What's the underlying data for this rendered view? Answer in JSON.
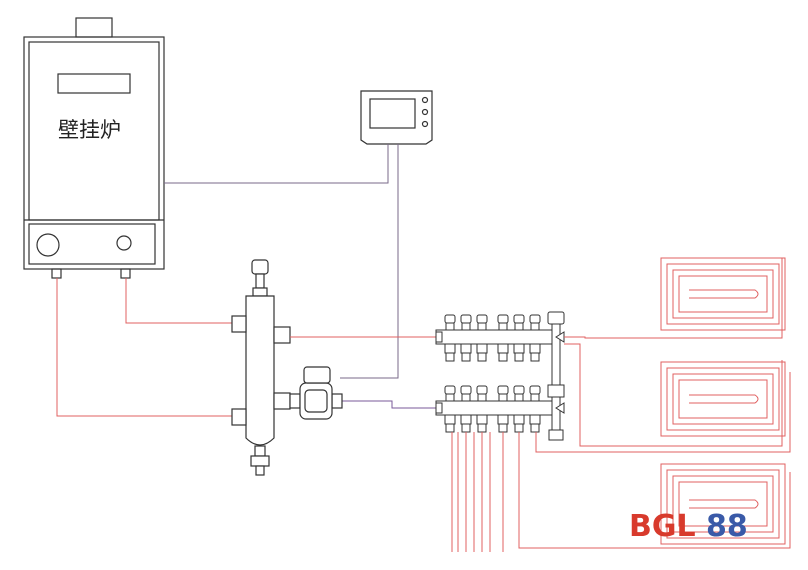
{
  "boiler": {
    "label": "壁挂炉"
  },
  "logo": {
    "text": "BGL",
    "badge": "88"
  },
  "colors": {
    "outline": "#333333",
    "supply": "#e06060",
    "return": "#e06060",
    "signal": "#7a5a9a",
    "control": "#555555",
    "logo_red": "#d83a2c",
    "logo_blue": "#3a5aa8"
  },
  "components": [
    "wall-hung-boiler",
    "room-thermostat",
    "hydraulic-separator",
    "circulation-pump",
    "supply-manifold",
    "return-manifold",
    "floor-heating-loop"
  ]
}
